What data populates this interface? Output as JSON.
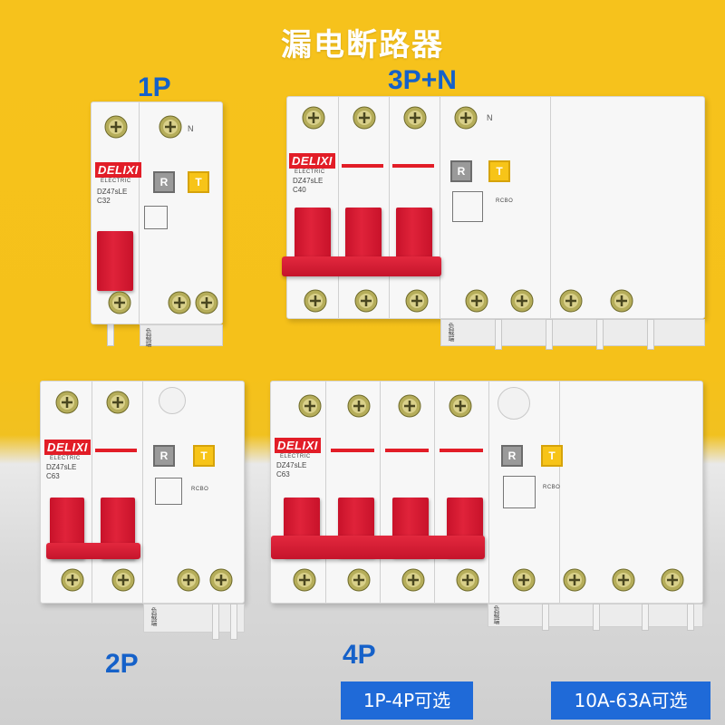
{
  "title": "漏电断路器",
  "variants": {
    "p1": {
      "label": "1P",
      "rating": "C32"
    },
    "p3n": {
      "label": "3P+N",
      "rating": "C40"
    },
    "p2": {
      "label": "2P",
      "rating": "C63"
    },
    "p4": {
      "label": "4P",
      "rating": "C63"
    }
  },
  "brand": "DELIXI",
  "brand_sub": "ELECTRIC",
  "model": "DZ47sLE",
  "btn_reset": "R",
  "btn_test": "T",
  "neutral_mark": "N",
  "load_side": "负载端",
  "rcbo": "RCBO",
  "tags": {
    "poles": "1P-4P可选",
    "current": "10A-63A可选"
  },
  "colors": {
    "background": "#f5c11a",
    "accent_red": "#e21d27",
    "label_blue": "#1561c9",
    "tag_blue": "#1f6ad8",
    "test_yellow": "#f7c418"
  }
}
